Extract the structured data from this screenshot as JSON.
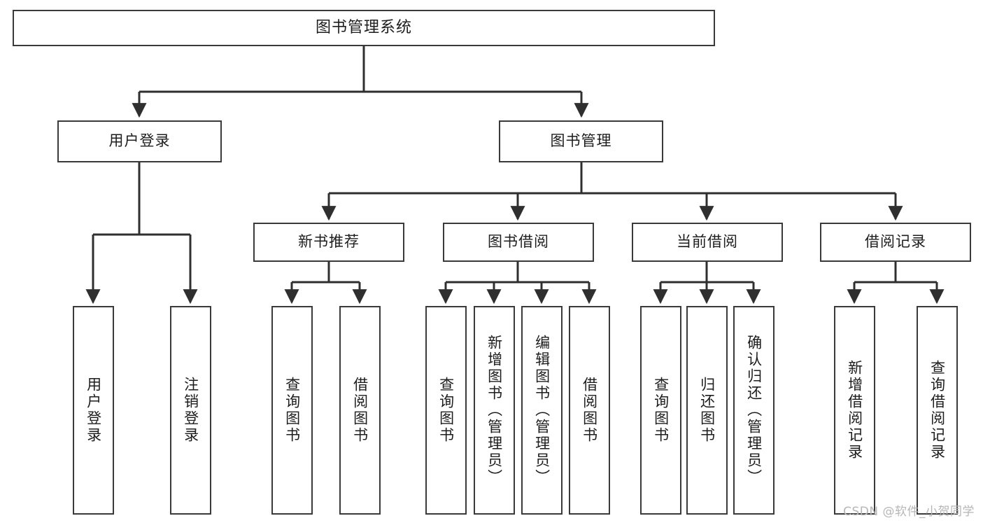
{
  "diagram": {
    "title": "图书管理系统",
    "type": "tree",
    "watermark": "CSDN @软件_小贺同学",
    "colors": {
      "box_border": "#3a3a3a",
      "connector": "#2f2f2f",
      "background": "#ffffff",
      "text": "#1d1d1d",
      "watermark": "#b6b6b6"
    },
    "levels": {
      "root": [
        "图书管理系统"
      ],
      "level2": [
        "用户登录",
        "图书管理"
      ],
      "level3": [
        "新书推荐",
        "图书借阅",
        "当前借阅",
        "借阅记录"
      ],
      "leaves": [
        "用户登录",
        "注销登录",
        "查询图书",
        "借阅图书",
        "查询图书",
        "新增图书（管理员）",
        "编辑图书（管理员）",
        "借阅图书",
        "查询图书",
        "归还图书",
        "确认归还（管理员）",
        "新增借阅记录",
        "查询借阅记录"
      ]
    },
    "nodes": {
      "root": {
        "label": "图书管理系统"
      },
      "user_login": {
        "label": "用户登录"
      },
      "book_manage": {
        "label": "图书管理"
      },
      "new_book_rec": {
        "label": "新书推荐"
      },
      "book_borrow": {
        "label": "图书借阅"
      },
      "current_borrow": {
        "label": "当前借阅"
      },
      "borrow_record": {
        "label": "借阅记录"
      },
      "leaf_user_login": {
        "label": "用户登录"
      },
      "leaf_user_logout": {
        "label": "注销登录"
      },
      "leaf_query_book_1": {
        "label": "查询图书"
      },
      "leaf_borrow_book_1": {
        "label": "借阅图书"
      },
      "leaf_query_book_2": {
        "label": "查询图书"
      },
      "leaf_add_book": {
        "label": "新增图书（管理员）"
      },
      "leaf_edit_book": {
        "label": "编辑图书（管理员）"
      },
      "leaf_borrow_book_2": {
        "label": "借阅图书"
      },
      "leaf_query_book_3": {
        "label": "查询图书"
      },
      "leaf_return_book": {
        "label": "归还图书"
      },
      "leaf_confirm_return": {
        "label": "确认归还（管理员）"
      },
      "leaf_add_record": {
        "label": "新增借阅记录"
      },
      "leaf_query_record": {
        "label": "查询借阅记录"
      }
    },
    "edges": [
      {
        "from": "root",
        "to": "user_login"
      },
      {
        "from": "root",
        "to": "book_manage"
      },
      {
        "from": "user_login",
        "to": "leaf_user_login"
      },
      {
        "from": "user_login",
        "to": "leaf_user_logout"
      },
      {
        "from": "book_manage",
        "to": "new_book_rec"
      },
      {
        "from": "book_manage",
        "to": "book_borrow"
      },
      {
        "from": "book_manage",
        "to": "current_borrow"
      },
      {
        "from": "book_manage",
        "to": "borrow_record"
      },
      {
        "from": "new_book_rec",
        "to": "leaf_query_book_1"
      },
      {
        "from": "new_book_rec",
        "to": "leaf_borrow_book_1"
      },
      {
        "from": "book_borrow",
        "to": "leaf_query_book_2"
      },
      {
        "from": "book_borrow",
        "to": "leaf_add_book"
      },
      {
        "from": "book_borrow",
        "to": "leaf_edit_book"
      },
      {
        "from": "book_borrow",
        "to": "leaf_borrow_book_2"
      },
      {
        "from": "current_borrow",
        "to": "leaf_query_book_3"
      },
      {
        "from": "current_borrow",
        "to": "leaf_return_book"
      },
      {
        "from": "current_borrow",
        "to": "leaf_confirm_return"
      },
      {
        "from": "borrow_record",
        "to": "leaf_add_record"
      },
      {
        "from": "borrow_record",
        "to": "leaf_query_record"
      }
    ]
  }
}
